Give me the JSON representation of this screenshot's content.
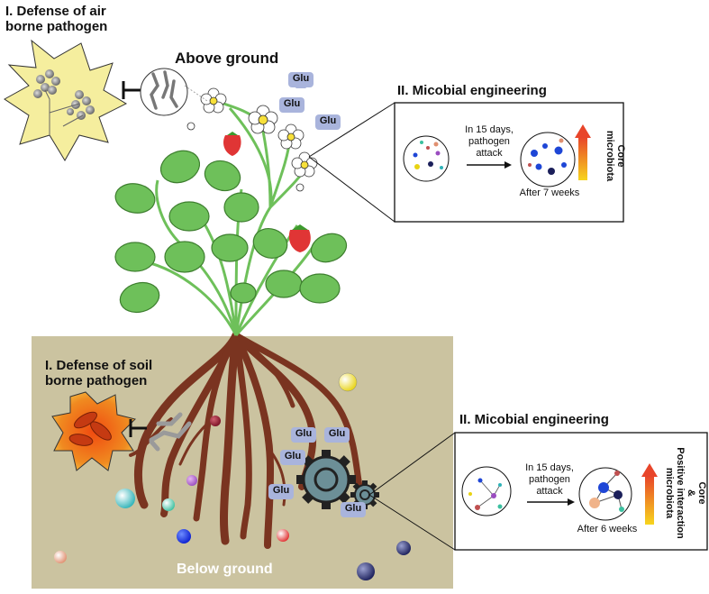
{
  "labels": {
    "air_defense": "I. Defense of air\nborne pathogen",
    "above_ground": "Above ground",
    "below_ground": "Below ground",
    "soil_defense": "I. Defense of soil\nborne pathogen",
    "engineering_top": "II. Micobial engineering",
    "engineering_bottom": "II. Micobial engineering",
    "glu": "Glu"
  },
  "panel_top": {
    "condition": "In 15 days,\npathogen\nattack",
    "time": "After 7 weeks",
    "outcome": "Core\nmicrobiota"
  },
  "panel_bottom": {
    "condition": "In 15 days,\npathogen\nattack",
    "time": "After 6 weeks",
    "outcome": "Core\n&\nPositive interaction\nmicrobiota"
  },
  "colors": {
    "soil": "#cbc3a0",
    "root": "#7a3420",
    "leaf": "#6ec05a",
    "glu_badge": "#a9b4dc",
    "gear": "#6c8f97",
    "air_star": "#f5ee9e",
    "soil_star": "#e05a1a"
  }
}
